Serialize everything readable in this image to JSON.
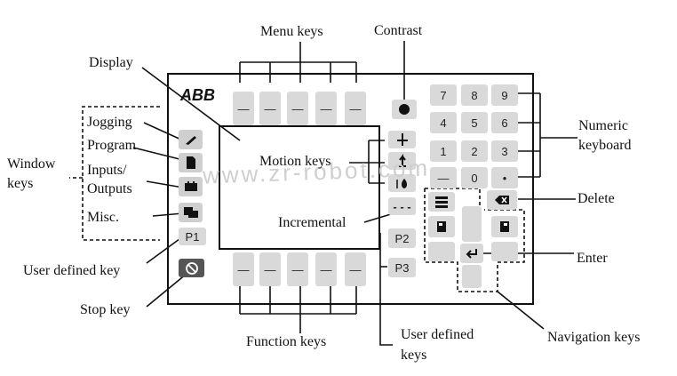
{
  "labels": {
    "menu_keys": "Menu keys",
    "contrast": "Contrast",
    "display": "Display",
    "jogging": "Jogging",
    "program": "Program",
    "inputs_outputs_1": "Inputs/",
    "inputs_outputs_2": "Outputs",
    "misc": "Misc.",
    "window_keys_1": "Window",
    "window_keys_2": "keys",
    "motion_keys": "Motion keys",
    "incremental": "Incremental",
    "numeric_keyboard_1": "Numeric",
    "numeric_keyboard_2": "keyboard",
    "delete": "Delete",
    "enter": "Enter",
    "user_defined_key": "User defined key",
    "stop_key": "Stop key",
    "function_keys": "Function keys",
    "user_defined_keys_1": "User defined",
    "user_defined_keys_2": "keys",
    "navigation_keys": "Navigation keys"
  },
  "panel": {
    "logo": "ABB",
    "p1": "P1",
    "p2": "P2",
    "p3": "P3",
    "numpad": [
      "7",
      "8",
      "9",
      "4",
      "5",
      "6",
      "1",
      "2",
      "3",
      "—",
      "0",
      "•"
    ],
    "watermark": "www.zr-robot.com"
  },
  "icons": {
    "stop": "stop-icon",
    "contrast": "contrast-icon",
    "delete": "delete-icon",
    "enter": "enter-icon"
  }
}
